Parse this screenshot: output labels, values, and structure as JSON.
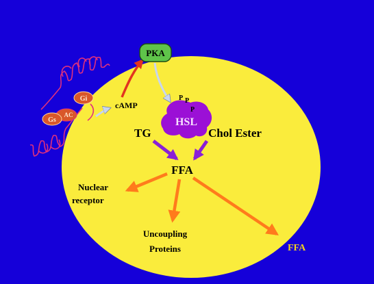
{
  "colors": {
    "background": "#1500d9",
    "cell": "#faec3c",
    "pka_fill": "#5fc44a",
    "hsl_fill": "#9b10d6",
    "receptor": "#e0307d",
    "orange_arrow": "#ff7b1c",
    "purple_arrow": "#8a1fd6",
    "red_arrow": "#e2341f",
    "pale_arrow": "#c9d6ee",
    "g_protein": "#d9572a",
    "ffa_out_text": "#f5d31e"
  },
  "labels": {
    "pka": "PKA",
    "hsl": "HSL",
    "phospho_1": "P",
    "phospho_2": "P",
    "phospho_3": "P",
    "camp": "cAMP",
    "tg": "TG",
    "chol_ester": "Chol Ester",
    "ffa_center": "FFA",
    "nuclear": "Nuclear",
    "receptor_word": "receptor",
    "uncoupling": "Uncoupling",
    "proteins": "Proteins",
    "ffa_out": "FFA",
    "gi": "Gi",
    "gs": "Gs",
    "ac": "AC"
  }
}
